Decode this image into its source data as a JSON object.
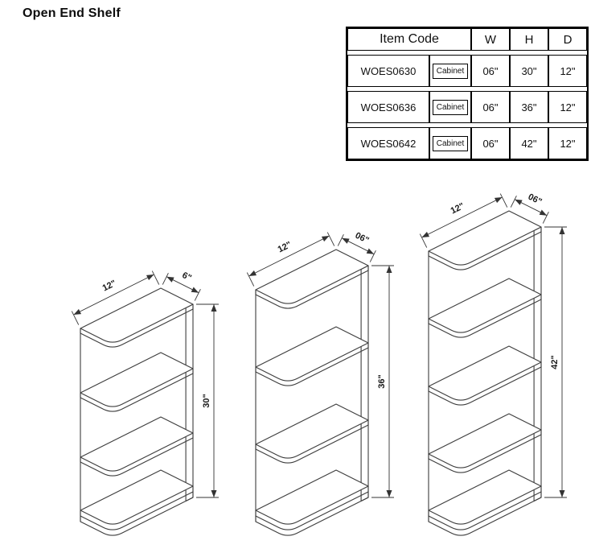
{
  "page": {
    "title": "Open End Shelf"
  },
  "table": {
    "headers": [
      "Item Code",
      "W",
      "H",
      "D"
    ],
    "rows": [
      {
        "code": "WOES0630",
        "type": "Cabinet",
        "w": "06\"",
        "h": "30\"",
        "d": "12\""
      },
      {
        "code": "WOES0636",
        "type": "Cabinet",
        "w": "06\"",
        "h": "36\"",
        "d": "12\""
      },
      {
        "code": "WOES0642",
        "type": "Cabinet",
        "w": "06\"",
        "h": "42\"",
        "d": "12\""
      }
    ]
  },
  "diagrams": [
    {
      "name": "open-end-shelf-30-drawing",
      "depth_label": "12\"",
      "width_label": "6\"",
      "height_label": "30\"",
      "height_in": 30,
      "shelf_count": 2
    },
    {
      "name": "open-end-shelf-36-drawing",
      "depth_label": "12\"",
      "width_label": "06\"",
      "height_label": "36\"",
      "height_in": 36,
      "shelf_count": 2
    },
    {
      "name": "open-end-shelf-42-drawing",
      "depth_label": "12\"",
      "width_label": "06\"",
      "height_label": "42\"",
      "height_in": 42,
      "shelf_count": 3
    }
  ],
  "colors": {
    "line": "#3d3d3d",
    "value_cell_bg": "#e6e6e6",
    "border": "#000000"
  }
}
